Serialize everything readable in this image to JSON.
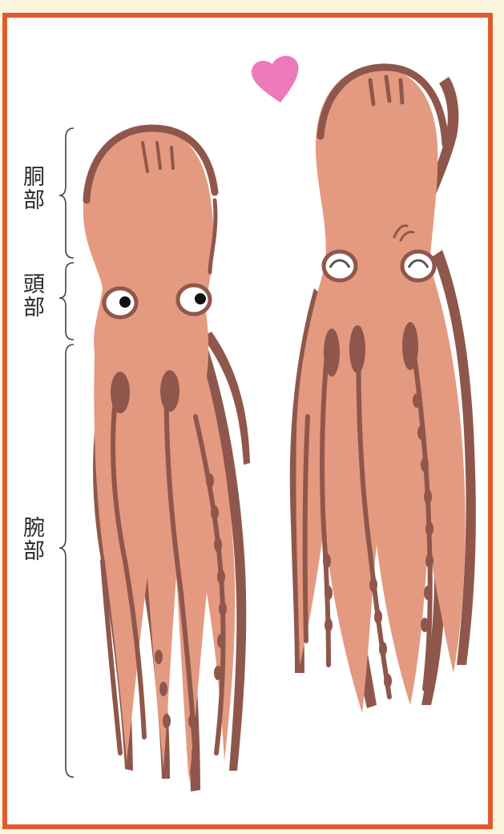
{
  "labels": {
    "body": "胴部",
    "head": "頭部",
    "arms": "腕部"
  },
  "colors": {
    "frame": "#e05a2f",
    "background": "#fbf3dc",
    "panel": "#ffffff",
    "octopus_skin": "#e49a80",
    "octopus_outline": "#8f574b",
    "heart": "#ec79b8"
  },
  "figures": [
    {
      "name": "octopus-left",
      "eyes": "open"
    },
    {
      "name": "octopus-right",
      "eyes": "smiling-closed"
    },
    {
      "name": "heart-icon"
    }
  ]
}
